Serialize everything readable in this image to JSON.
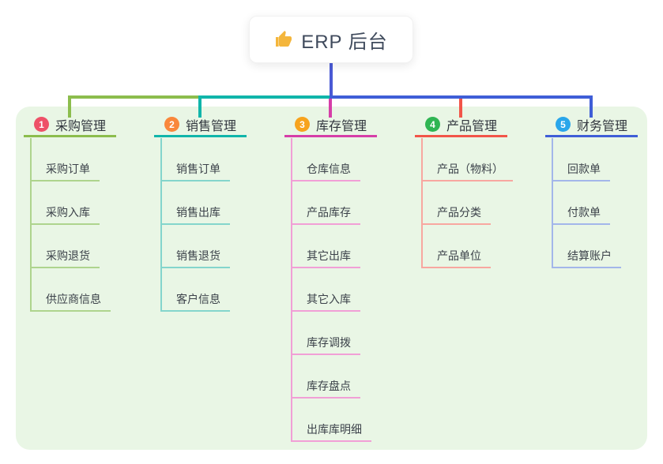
{
  "root": {
    "title": "ERP 后台",
    "icon": "thumbs-up-icon",
    "icon_color": "#f4b63c",
    "trunk_color": "#4a5ad5"
  },
  "panel": {
    "background": "#e9f6e5"
  },
  "branches": [
    {
      "number": "1",
      "label": "采购管理",
      "badge_color": "#ee5168",
      "line_color": "#8cbd4d",
      "child_line_color": "#aed48d",
      "children": [
        "采购订单",
        "采购入库",
        "采购退货",
        "供应商信息"
      ]
    },
    {
      "number": "2",
      "label": "销售管理",
      "badge_color": "#f9873b",
      "line_color": "#10b5aa",
      "child_line_color": "#84d5cc",
      "children": [
        "销售订单",
        "销售出库",
        "销售退货",
        "客户信息"
      ]
    },
    {
      "number": "3",
      "label": "库存管理",
      "badge_color": "#f7a31d",
      "line_color": "#d63ea8",
      "child_line_color": "#f19fd6",
      "children": [
        "仓库信息",
        "产品库存",
        "其它出库",
        "其它入库",
        "库存调拨",
        "库存盘点",
        "出库库明细"
      ]
    },
    {
      "number": "4",
      "label": "产品管理",
      "badge_color": "#2fb553",
      "line_color": "#f25549",
      "child_line_color": "#f8a7a0",
      "children": [
        "产品（物料）",
        "产品分类",
        "产品单位"
      ]
    },
    {
      "number": "5",
      "label": "财务管理",
      "badge_color": "#29a6ea",
      "line_color": "#3f5ed7",
      "child_line_color": "#a3b6ea",
      "children": [
        "回款单",
        "付款单",
        "结算账户"
      ]
    }
  ]
}
